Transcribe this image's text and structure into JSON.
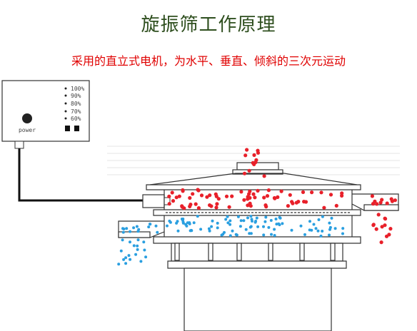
{
  "header": {
    "title": "旋振筛工作原理",
    "subtitle": "采用的直立式电机，为水平、垂直、倾斜的三次元运动"
  },
  "control_box": {
    "power_label": "power",
    "levels": [
      "100%",
      "90%",
      "80%",
      "70%",
      "60%"
    ]
  },
  "colors": {
    "title": "#2f4f1f",
    "subtitle": "#e00000",
    "coarse_particles": "#e8202a",
    "fine_particles": "#2a9fe0",
    "machine_line": "#333333"
  }
}
